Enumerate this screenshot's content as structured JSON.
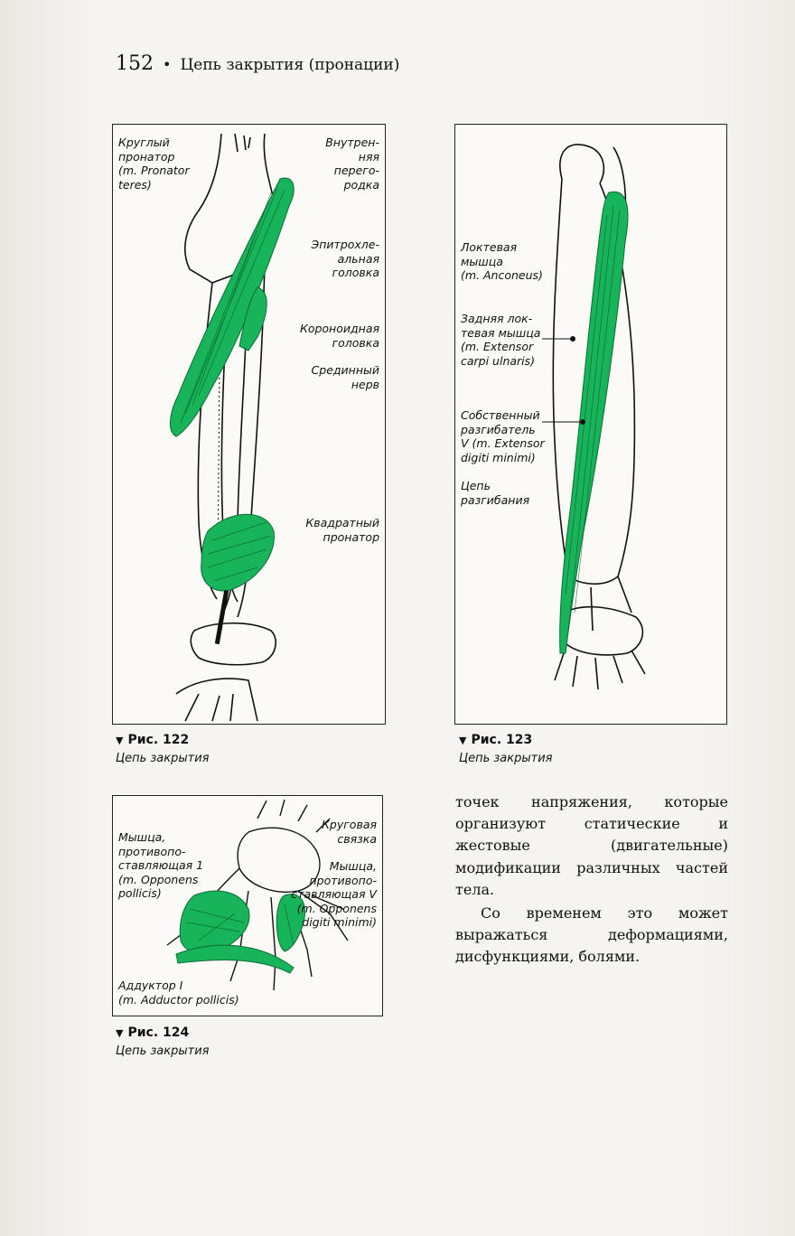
{
  "header": {
    "page_number": "152",
    "separator": "•",
    "chapter_title": "Цепь закрытия (пронации)"
  },
  "figures": {
    "fig122": {
      "labels": {
        "pronator_teres": "Круглый\nпронатор\n(m. Pronator\nteres)",
        "septum": "Внутрен-\nняя\nперего-\nродка",
        "humeral_head": "Эпитрохле-\nальная\nголовка",
        "coronoid_head": "Короноидная\nголовка",
        "median_nerve": "Срединный\nнерв",
        "pronator_quadratus": "Квадратный\nпронатор"
      },
      "caption_number": "Рис. 122",
      "caption_text": "Цепь закрытия"
    },
    "fig123": {
      "labels": {
        "anconeus": "Локтевая\nмышца\n(m. Anconeus)",
        "ecu": "Задняя лок-\nтевая мышца\n(m. Extensor\ncarpi ulnaris)",
        "edm": "Собственный\nразгибатель\nV (m. Extensor\ndigiti minimi)",
        "extension_chain": "Цепь\nразгибания"
      },
      "caption_number": "Рис. 123",
      "caption_text": "Цепь закрытия"
    },
    "fig124": {
      "labels": {
        "opponens_pollicis": "Мышца,\nпротивопо-\nставляющая 1\n(m. Opponens\npollicis)",
        "circular_ligament": "Круговая\nсвязка",
        "opponens_digiti": "Мышца,\nпротивопо-\nставляющая V\n(m. Opponens\ndigiti minimi)",
        "adductor": "Аддуктор I\n(m. Adductor pollicis)"
      },
      "caption_number": "Рис. 124",
      "caption_text": "Цепь закрытия"
    }
  },
  "body_text": {
    "paragraph_1": "точек напряжения, которые организуют статические и жестовые (двигательные) модификации различных частей тела.",
    "paragraph_2": "Со временем это может выражаться деформациями, дисфункциями, болями."
  },
  "colors": {
    "muscle_green": "#18b45a",
    "ink": "#111111",
    "paper": "#f3f2ee"
  }
}
